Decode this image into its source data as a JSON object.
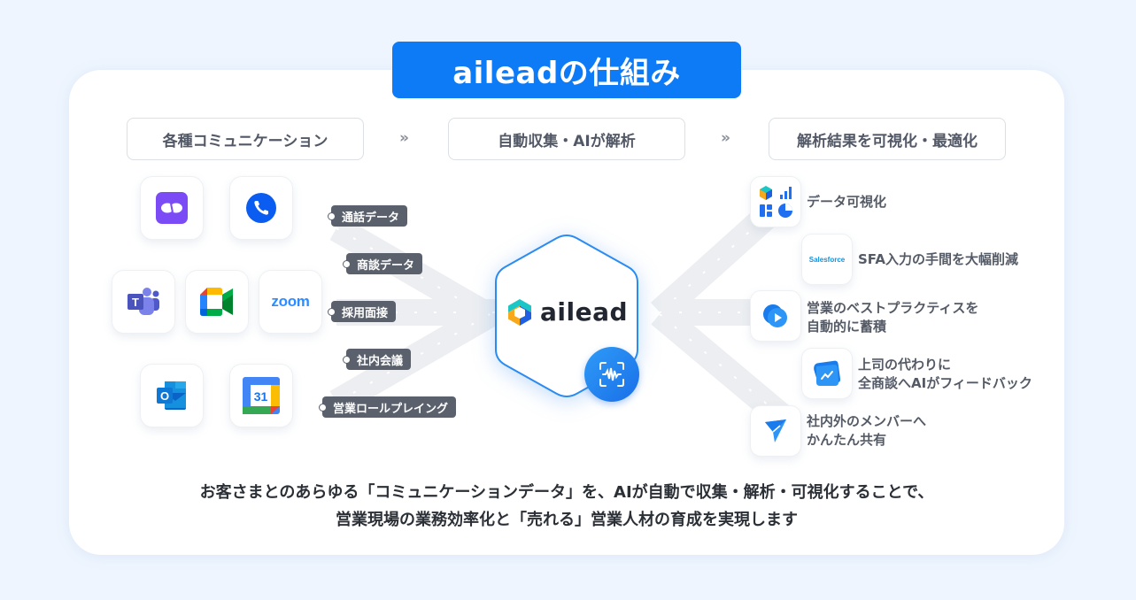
{
  "title": "aileadの仕組み",
  "steps": [
    {
      "label": "各種コミュニケーション"
    },
    {
      "label": "自動収集・AIが解析"
    },
    {
      "label": "解析結果を可視化・最適化"
    }
  ],
  "step_separator": "»",
  "input_sources": [
    {
      "name": "Chatwork",
      "icon": "chat-bubbles-icon",
      "color": "#7b4cf5"
    },
    {
      "name": "Phone",
      "icon": "phone-icon",
      "color": "#0b5cf0"
    },
    {
      "name": "Microsoft Teams",
      "icon": "teams-icon",
      "color": "#5059c9"
    },
    {
      "name": "Google Meet",
      "icon": "google-meet-icon",
      "color": "#00ac47"
    },
    {
      "name": "Zoom",
      "icon": "zoom-logo",
      "label": "zoom",
      "color": "#2d8cff"
    },
    {
      "name": "Outlook",
      "icon": "outlook-icon",
      "color": "#0a64c8"
    },
    {
      "name": "Google Calendar",
      "icon": "google-calendar-icon",
      "label": "31",
      "color": "#4285f4"
    }
  ],
  "data_tags": [
    {
      "label": "通話データ"
    },
    {
      "label": "商談データ"
    },
    {
      "label": "採用面接"
    },
    {
      "label": "社内会議"
    },
    {
      "label": "営業ロールプレイング"
    }
  ],
  "center": {
    "logo_text": "ailead",
    "accent": "#2a8cf0",
    "badge_icon": "voice-scan-icon"
  },
  "outputs": [
    {
      "label_lines": [
        "データ可視化"
      ],
      "icon": "dashboard-icon"
    },
    {
      "label_lines": [
        "SFA入力の手間を大幅削減"
      ],
      "icon": "salesforce-logo",
      "icon_label": "Salesforce"
    },
    {
      "label_lines": [
        "営業のベストプラクティスを",
        "自動的に蓄積"
      ],
      "icon": "playback-icon"
    },
    {
      "label_lines": [
        "上司の代わりに",
        "全商談へAIがフィードバック"
      ],
      "icon": "feedback-chart-icon"
    },
    {
      "label_lines": [
        "社内外のメンバーへ",
        "かんたん共有"
      ],
      "icon": "share-paper-plane-icon"
    }
  ],
  "bottom_text": {
    "line1": "お客さまとのあらゆる「コミュニケーションデータ」を、AIが自動で収集・解析・可視化することで、",
    "line2": "営業現場の業務効率化と「売れる」営業人材の育成を実現します"
  },
  "colors": {
    "background": "#eef5fe",
    "title_bg": "#0d7bf5",
    "tag_bg": "#5a606c",
    "text": "#555b66"
  }
}
